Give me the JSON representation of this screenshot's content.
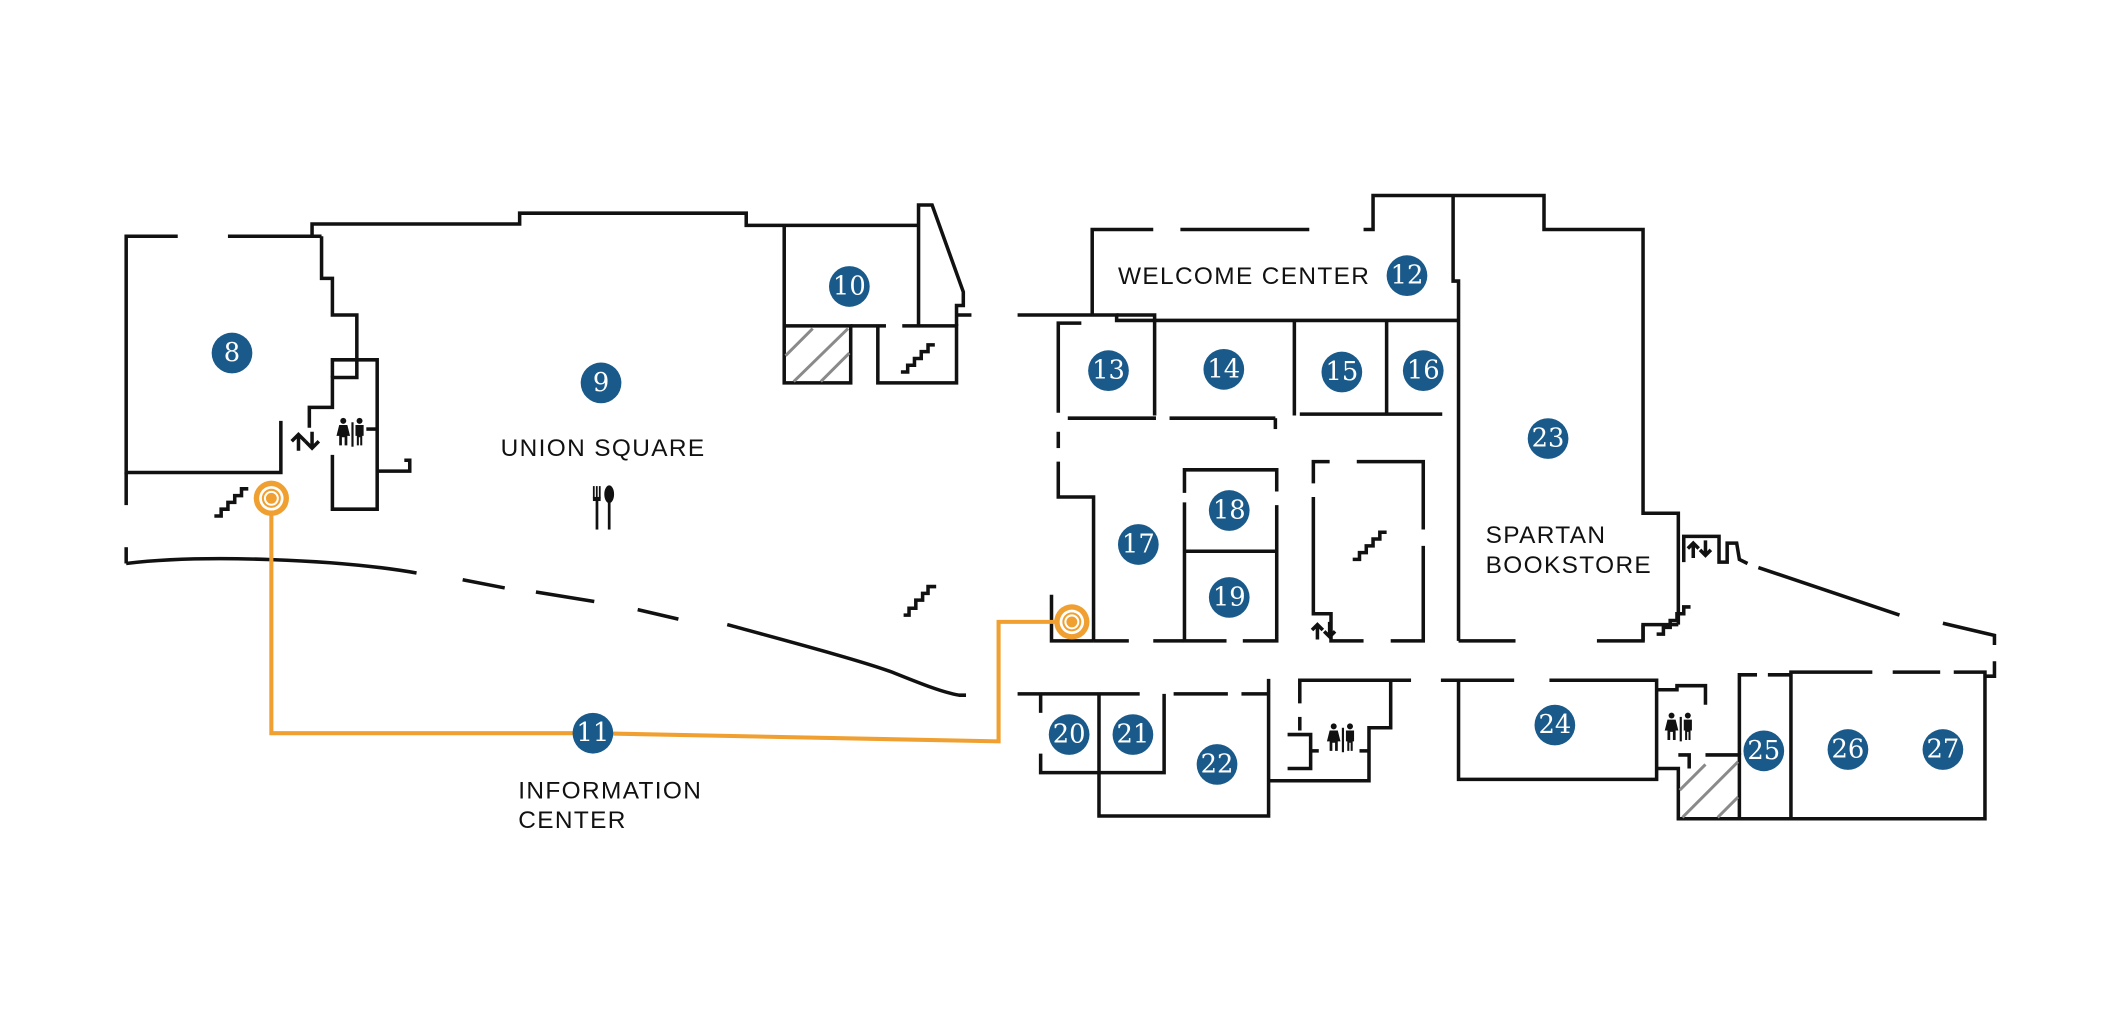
{
  "map": {
    "type": "floor-plan",
    "colors": {
      "wall": "#111111",
      "badge": "#1a5a8a",
      "badge_text": "#ffffff",
      "route": "#f0a030",
      "hatch": "#8a8a8a"
    },
    "labels": {
      "union_square": "UNION SQUARE",
      "welcome_center": "WELCOME CENTER",
      "spartan_line1": "SPARTAN",
      "spartan_line2": "BOOKSTORE",
      "info_line1": "INFORMATION",
      "info_line2": "CENTER"
    },
    "locations": [
      {
        "number": "8"
      },
      {
        "number": "9",
        "name": "Union Square"
      },
      {
        "number": "10"
      },
      {
        "number": "11",
        "name": "Information Center"
      },
      {
        "number": "12",
        "name": "Welcome Center"
      },
      {
        "number": "13"
      },
      {
        "number": "14"
      },
      {
        "number": "15"
      },
      {
        "number": "16"
      },
      {
        "number": "17"
      },
      {
        "number": "18"
      },
      {
        "number": "19"
      },
      {
        "number": "20"
      },
      {
        "number": "21"
      },
      {
        "number": "22"
      },
      {
        "number": "23",
        "name": "Spartan Bookstore"
      },
      {
        "number": "24"
      },
      {
        "number": "25"
      },
      {
        "number": "26"
      },
      {
        "number": "27"
      }
    ],
    "amenities": {
      "restrooms": [
        "restroom-near-8",
        "restroom-near-22",
        "restroom-near-24"
      ],
      "elevators": [
        "elevator-near-8",
        "elevator-near-19",
        "elevator-near-bookstore"
      ],
      "stairs": [
        "stairs-near-8",
        "stairs-near-10",
        "stairs-union-square",
        "stairs-center",
        "stairs-bookstore"
      ],
      "dining": [
        "dining-union-square"
      ]
    },
    "route": {
      "description": "Highlighted route from entrance near 8 to entrance near 17 via Information Center (11)",
      "endpoints": [
        "entrance-marker-west",
        "entrance-marker-east"
      ]
    }
  }
}
